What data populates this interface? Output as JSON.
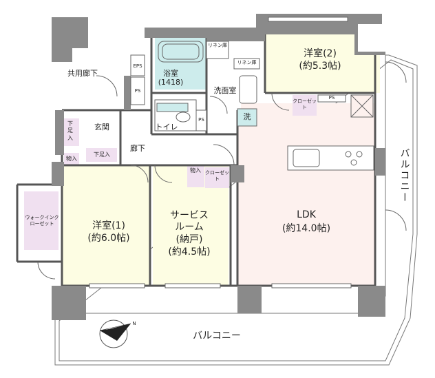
{
  "floorplan": {
    "rooms": {
      "western_room_2": {
        "name": "洋室(2)",
        "area": "(約5.3帖)"
      },
      "ldk": {
        "name": "LDK",
        "area": "(約14.0帖)"
      },
      "western_room_1": {
        "name": "洋室(1)",
        "area": "(約6.0帖)"
      },
      "service_room": {
        "line1": "サービス",
        "line2": "ルーム",
        "line3": "(納戸)",
        "area": "(約4.5帖)"
      },
      "bathroom": {
        "name": "浴室",
        "size": "(1418)"
      },
      "washroom": "洗面室",
      "toilet": "トイレ",
      "entrance": "玄関",
      "hallway": "廊下"
    },
    "storage": {
      "linen_1": "リネン庫",
      "linen_2": "リネン庫",
      "closet_room2": "クローゼット",
      "closet_service": "クローゼット",
      "storage_service": "物入",
      "storage_entrance": "物入",
      "shoe_box_left": "下足入",
      "shoe_box_bottom": "下足入",
      "walk_in_closet": "ウォークインクローゼット"
    },
    "utility": {
      "eps": "EPS",
      "ps_1": "PS",
      "ps_2": "PS",
      "ps_3": "PS",
      "washer": "洗"
    },
    "outside": {
      "common_corridor": "共用廊下",
      "balcony_south": "バルコニー",
      "balcony_east": "バルコニー"
    },
    "compass": {
      "north_label": "N"
    },
    "colors": {
      "wall": "#888888",
      "floor_white": "#ffffff",
      "room2_floor": "#fdfde3",
      "ldk_floor": "#fdf1ee",
      "bath_floor": "#cdecec",
      "closet_floor": "#f0e0f0",
      "outline": "#555555"
    }
  }
}
